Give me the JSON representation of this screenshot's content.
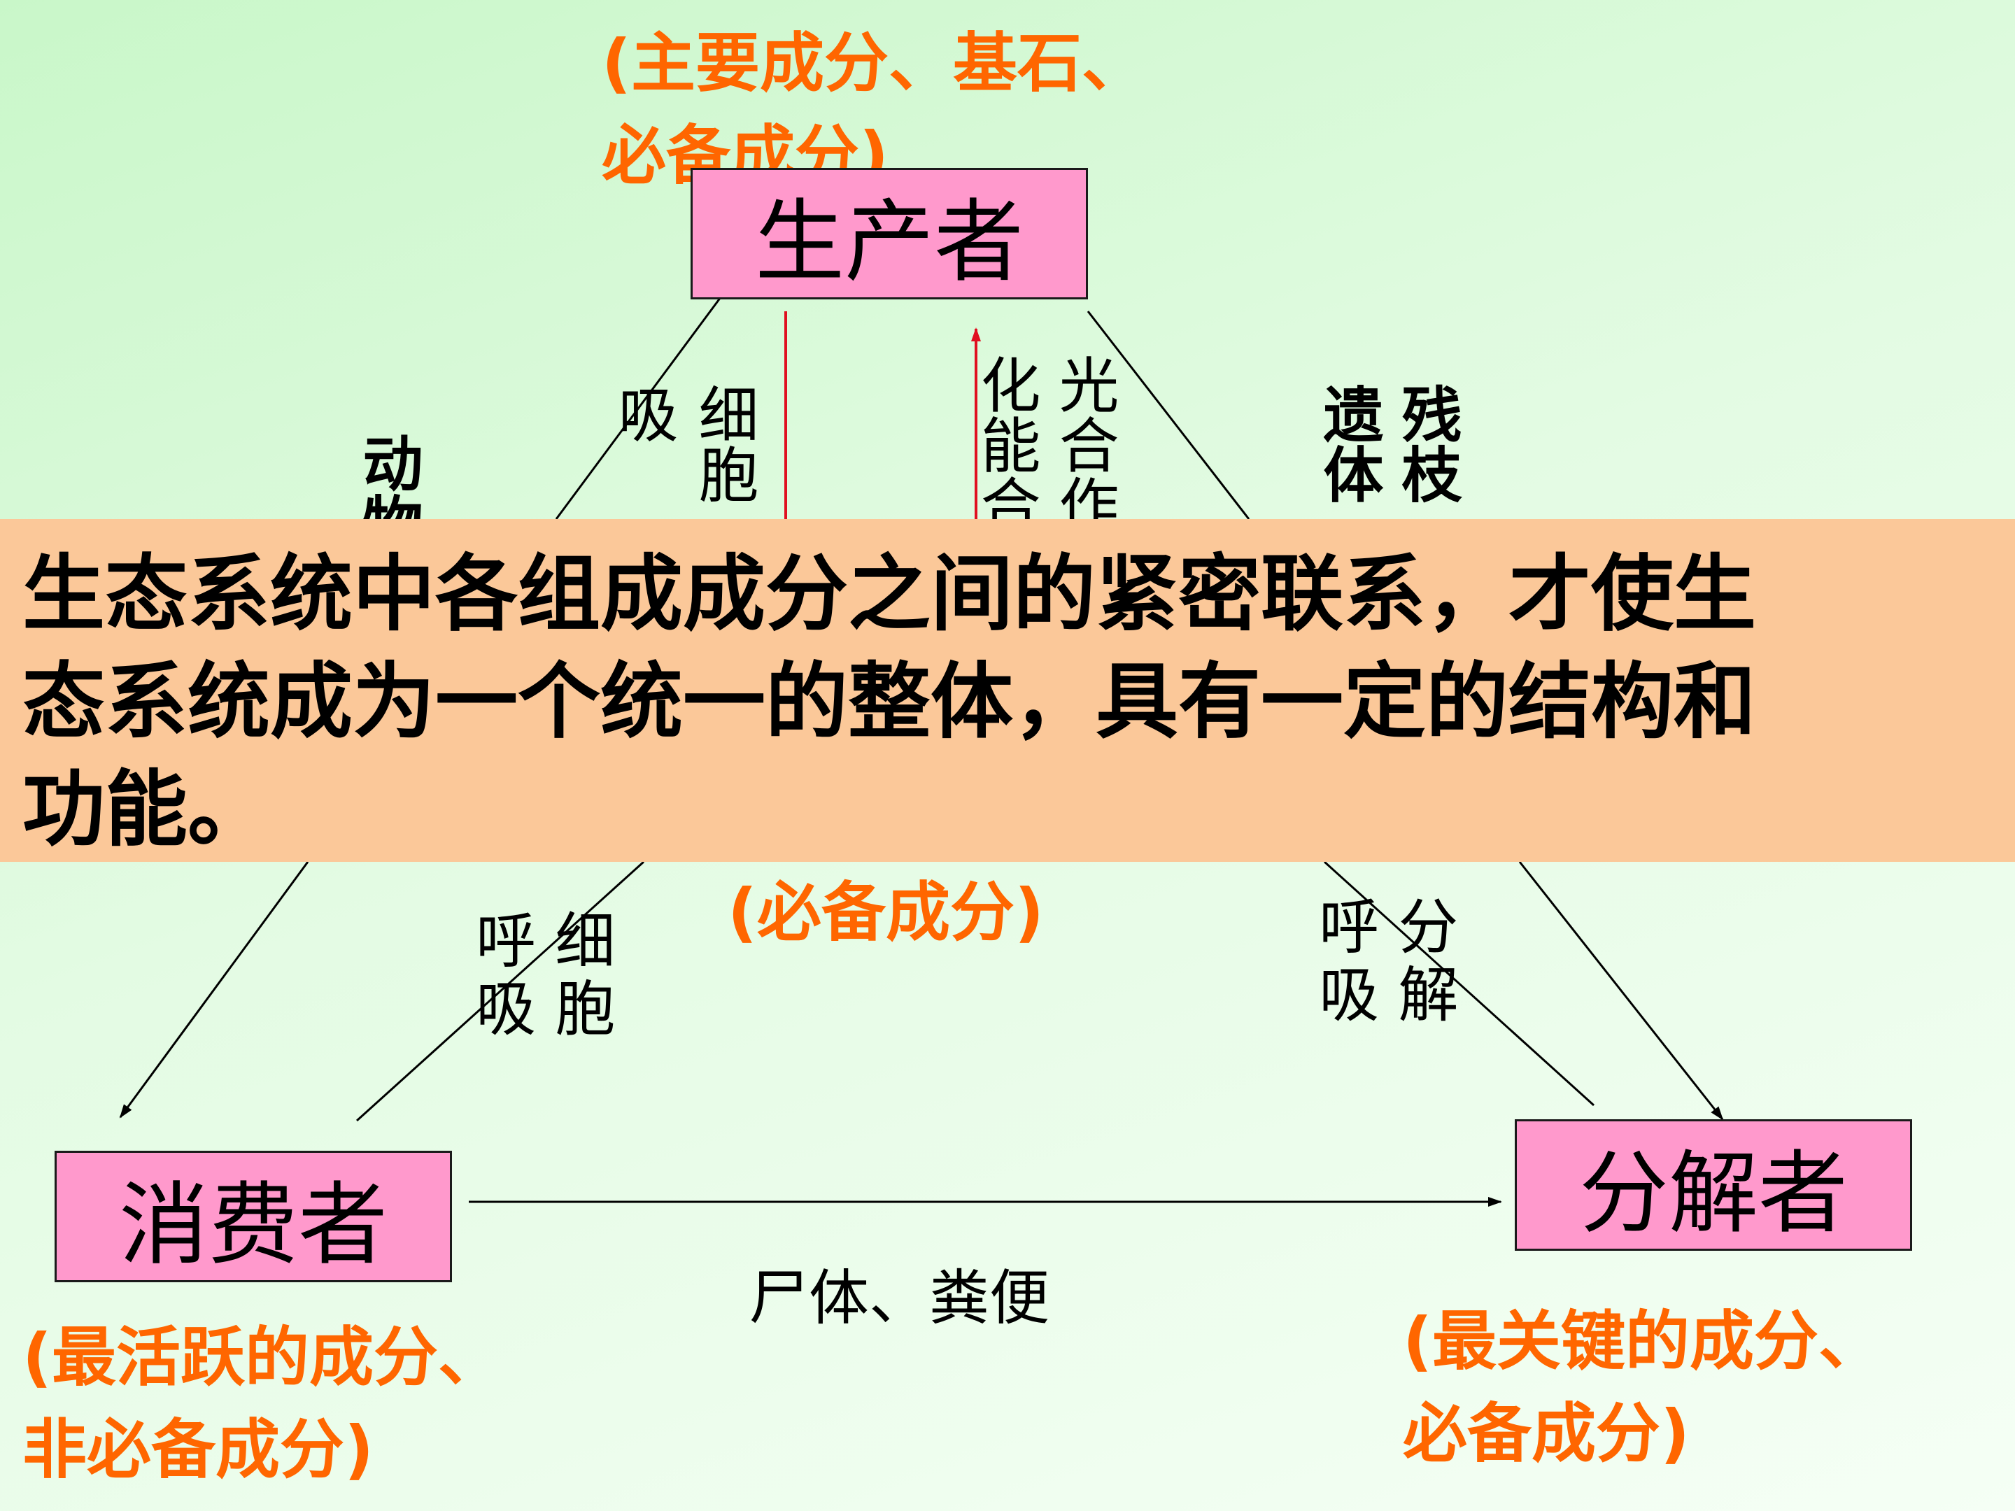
{
  "nodes": {
    "producer": {
      "label": "生产者",
      "note_line1": "(主要成分、基石、",
      "note_line2": "必备成分)"
    },
    "consumer": {
      "label": "消费者",
      "note_line1": "(最活跃的成分、",
      "note_line2": "非必备成分)"
    },
    "decomposer": {
      "label": "分解者",
      "note_line1": "(最关键的成分、",
      "note_line2": "必备成分)"
    },
    "center_note": "(必备成分)"
  },
  "edge_labels": {
    "producer_respiration_col1": "细胞",
    "producer_respiration_col2": "吸",
    "photo_col1": "光合作",
    "photo_col2": "化能合",
    "animal": "动物",
    "remains_col1": "残枝",
    "remains_col2": "遗体",
    "consumer_respiration_line1": "呼 细",
    "consumer_respiration_line2": "吸 胞",
    "decomposer_line1": "呼 分",
    "decomposer_line2": "吸 解",
    "consumer_to_decomposer": "尸体、粪便"
  },
  "banner": {
    "line1": "生态系统中各组成成分之间的紧密联系，才使生",
    "line2": "态系统成为一个统一的整体，具有一定的结构和",
    "line3": "功能。"
  },
  "colors": {
    "box": "#ff99cc",
    "note": "#ff6600",
    "banner": "#fbc899",
    "red_line": "#e01020"
  }
}
